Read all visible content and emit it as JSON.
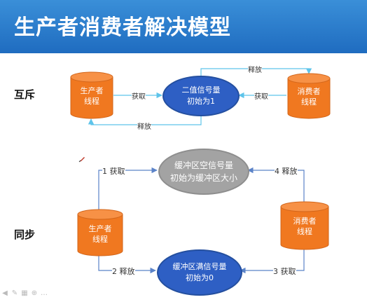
{
  "slide": {
    "title": "生产者消费者解决模型"
  },
  "mutex": {
    "label": "互斥",
    "producer": {
      "line1": "生产者",
      "line2": "线程"
    },
    "semaphore": {
      "line1": "二值信号量",
      "line2": "初始为1"
    },
    "consumer": {
      "line1": "消费者",
      "line2": "线程"
    },
    "arrows": {
      "producer_acquire": "获取",
      "consumer_acquire": "获取",
      "consumer_release": "释放",
      "producer_release": "释放"
    }
  },
  "sync": {
    "label": "同步",
    "empty_sem": {
      "line1": "缓冲区空信号量",
      "line2": "初始为缓冲区大小"
    },
    "full_sem": {
      "line1": "缓冲区满信号量",
      "line2": "初始为0"
    },
    "producer": {
      "line1": "生产者",
      "line2": "线程"
    },
    "consumer": {
      "line1": "消费者",
      "line2": "线程"
    },
    "arrows": {
      "step1": "1 获取",
      "step2": "2 释放",
      "step3": "3 获取",
      "step4": "4 释放"
    }
  },
  "colors": {
    "header": "#1f6cc0",
    "cylinder": "#f07820",
    "semaphore_blue": "#2e5fc4",
    "semaphore_gray": "#a3a3a3",
    "arrow_mutex": "#5ec4ea",
    "arrow_sync": "#5b83c8"
  }
}
